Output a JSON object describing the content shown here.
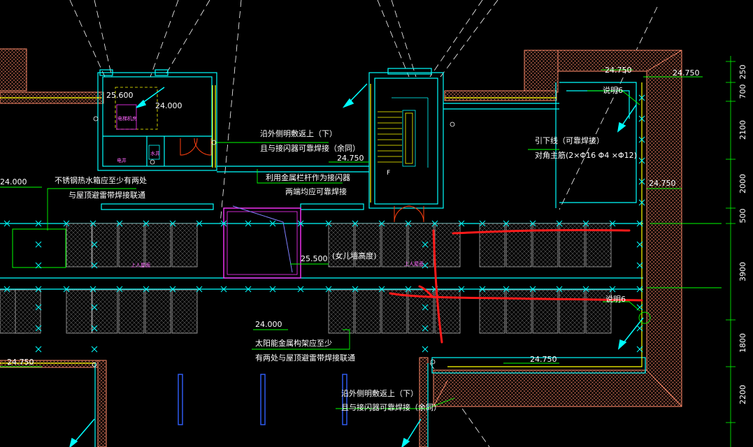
{
  "colors": {
    "background": "#000000",
    "wall": "#00ffff",
    "wall_alt": "#00bfff",
    "text": "#ffffff",
    "leader": "#00ff00",
    "lightning_strip": "#ffff00",
    "parapet_hatch": "#ff8a6a",
    "panel_outline": "#b0b0b0",
    "shaft": "#ff33ff",
    "door": "#ff4010",
    "red_markup": "#ff1a1a",
    "right_grid": "#00ff00",
    "dashed_lines": "#ffffff",
    "conduit": "#3060ff",
    "dimension": "#00ff00",
    "small_label": "#ff66ff"
  },
  "elevations": {
    "e_25600": "25.600",
    "e_24000_top": "24.000",
    "e_24750_stair": "24.750",
    "e_24750_right_top": "24.750",
    "e_24750_right_far": "24.750",
    "e_24750_right_mid": "24.750",
    "e_24000_left": "24.000",
    "e_25500": "25.500",
    "e_24000_bottom": "24.000",
    "e_24750_bottom_left": "24.750",
    "e_24750_bottom_right": "24.750"
  },
  "notes": {
    "along_wall_1": "沿外侧明敷返上（下）",
    "along_wall_2": "且与接闪器可靠焊接（余同）",
    "railing_1": "利用金属栏杆作为接闪器",
    "railing_2": "两端均应可靠焊接",
    "tank_1": "不锈钢热水箱应至少有两处",
    "tank_2": "与屋顶避雷带焊接联通",
    "downlead_1": "引下线（可靠焊接）",
    "downlead_2": "对角主筋(2×Φ16 Φ4 ×Φ12)",
    "parapet": "(女儿墙高度)",
    "solar_1": "太阳能金属构架应至少",
    "solar_2": "有两处与屋顶避雷带焊接联通",
    "bottom_1": "沿外侧明敷返上（下）",
    "bottom_2": "且与接闪器可靠焊接（余同）",
    "note6_top": "说明6",
    "note6_bottom": "说明6",
    "roof_label_left": "上人屋面",
    "roof_label_right": "上人屋面",
    "room_machine": "电梯机房",
    "room_elec": "电井",
    "room_water": "水井"
  },
  "dimensions": [
    "250",
    "700",
    "2100",
    "2000",
    "500",
    "3900",
    "1800",
    "2200"
  ],
  "markers": {
    "stair_f": "F"
  }
}
